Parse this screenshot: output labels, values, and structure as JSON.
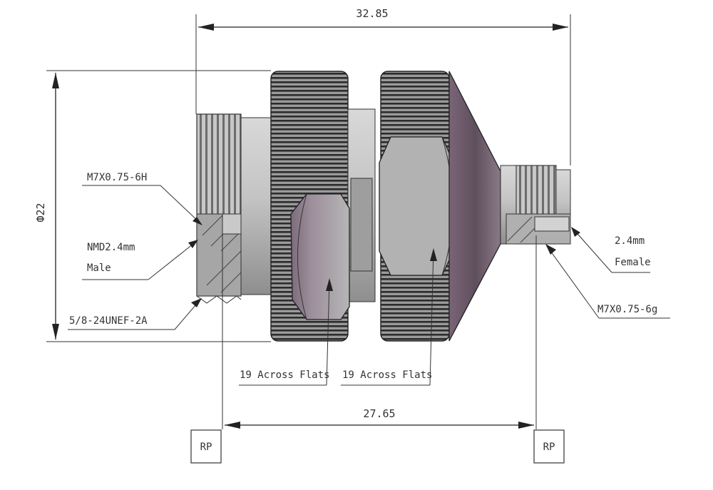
{
  "dimensions": {
    "overall_length": "32.85",
    "rp_to_rp": "27.65",
    "diameter": "Ф22"
  },
  "callouts": {
    "m7_6h": "M7X0.75-6H",
    "nmd_line1": "NMD2.4mm",
    "nmd_line2": "Male",
    "unef": "5/8-24UNEF-2A",
    "across_flats_left": "19 Across Flats",
    "across_flats_right": "19 Across Flats",
    "female_line1": "2.4mm",
    "female_line2": "Female",
    "m7_6g": "M7X0.75-6g"
  },
  "reference_points": {
    "left": "RP",
    "right": "RP"
  },
  "colors": {
    "body_gray": "#b4b4b4",
    "knurl_dark": "#3a3a3a",
    "cone_purple": "#6b5868",
    "hex_face": "#a8a8a8"
  }
}
